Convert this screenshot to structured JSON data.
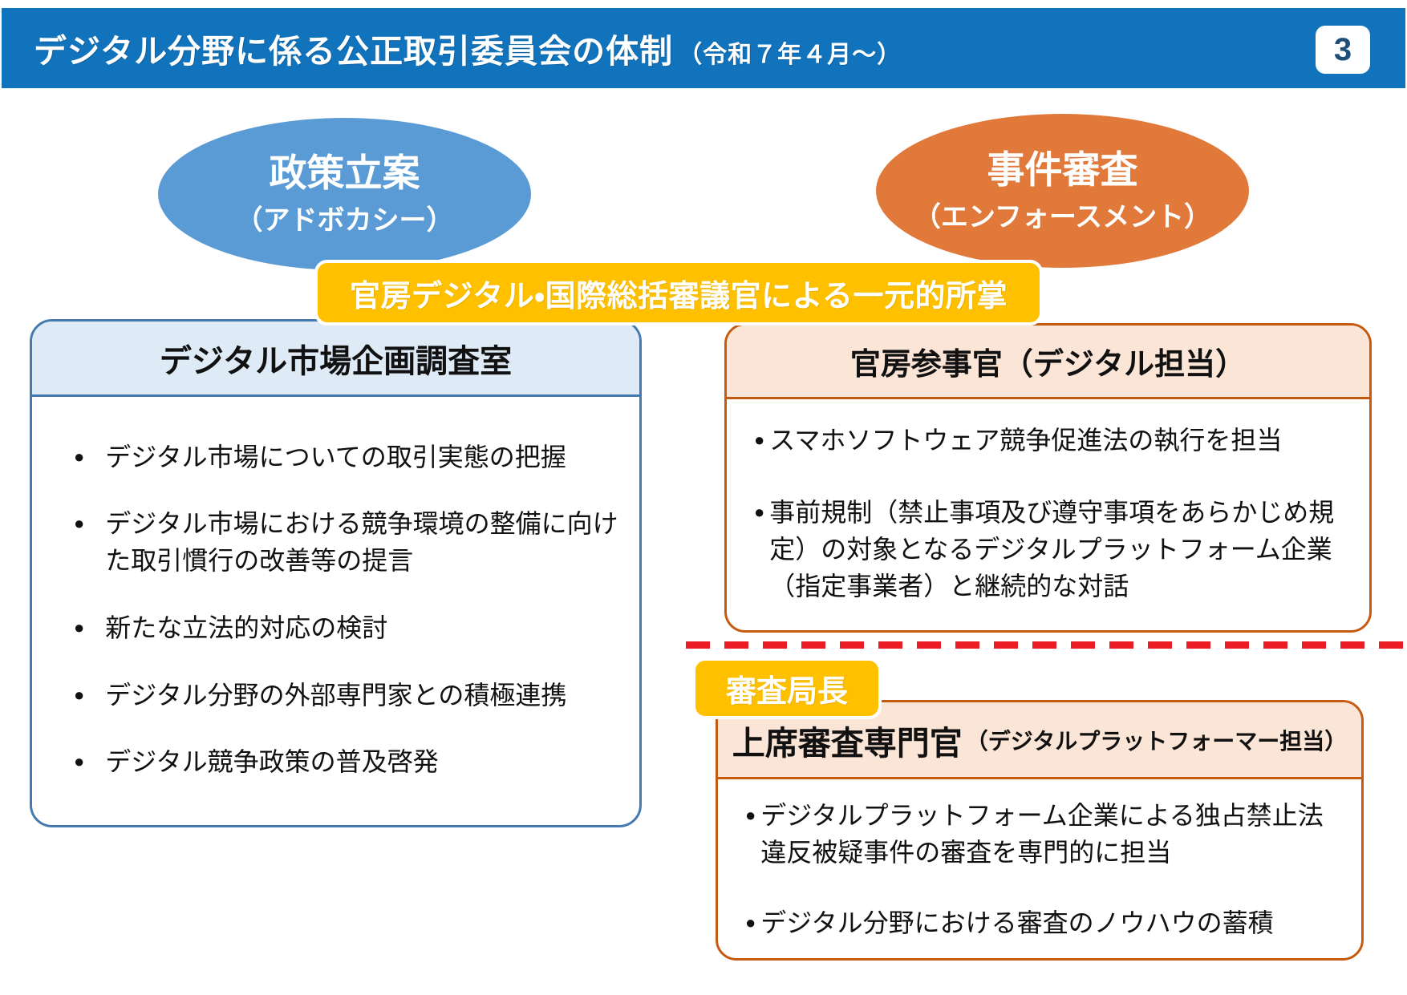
{
  "header": {
    "title": "デジタル分野に係る公正取引委員会の体制",
    "date_note": "（令和７年４月～）",
    "page_number": "3"
  },
  "bullet_char": "●",
  "policy_ellipse": {
    "title": "政策立案",
    "subtitle": "（アドボカシー）"
  },
  "enforcement_ellipse": {
    "title": "事件審査",
    "subtitle": "（エンフォースメント）"
  },
  "banner": {
    "label": "官房デジタル・国際総括審議官による一元的所掌"
  },
  "planning_office_box": {
    "title": "デジタル市場企画調査室",
    "bullets": [
      "デジタル市場についての取引実態の把握",
      "デジタル市場における競争環境の整備に向けた取引慣行の改善等の提言",
      "新たな立法的対応の検討",
      "デジタル分野の外部専門家との積極連携",
      "デジタル競争政策の普及啓発"
    ]
  },
  "counsellor_box": {
    "title": "官房参事官（デジタル担当）",
    "bullets": [
      "スマホソフトウェア競争促進法の執行を担当",
      "事前規制（禁止事項及び遵守事項をあらかじめ規定）の対象となるデジタルプラットフォーム企業（指定事業者）と継続的な対話"
    ]
  },
  "investigation_bureau_label": {
    "label": "審査局長"
  },
  "senior_investigator_box": {
    "title_main": "上席審査専門官",
    "title_sub": "（デジタルプラットフォーマー担当）",
    "bullets": [
      "デジタルプラットフォーム企業による独占禁止法違反被疑事件の審査を専門的に担当",
      "デジタル分野における審査のノウハウの蓄積"
    ]
  },
  "colors": {
    "header_blue": "#1173BC",
    "page_number_text": "#1F4E79",
    "policy_blue": "#5B9BD5",
    "enforcement_orange": "#E0793A",
    "gold": "#FFC000",
    "blue_box_border": "#4579B2",
    "blue_box_header_bg": "#DEEAF6",
    "orange_box_border": "#C55A11",
    "orange_box_header_bg": "#FBE5D6",
    "divider_red": "#EC1C24"
  }
}
